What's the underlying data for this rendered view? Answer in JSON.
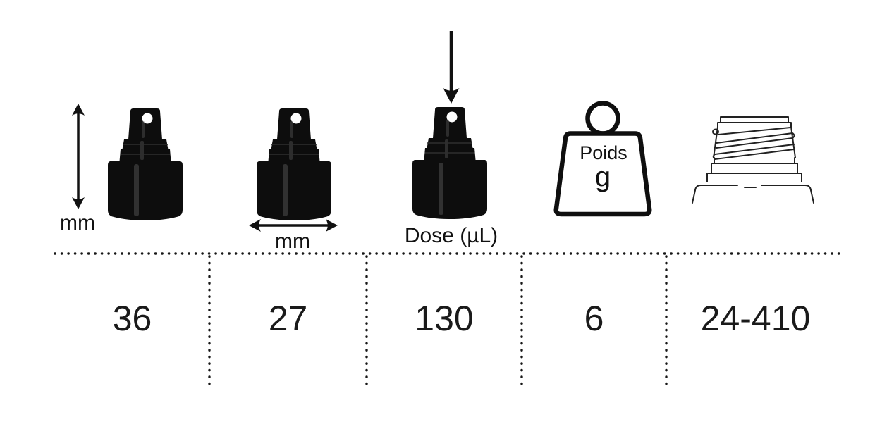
{
  "colors": {
    "ink": "#111111",
    "background": "#ffffff",
    "cap_black": "#0d0d0d"
  },
  "table": {
    "columns": [
      {
        "name": "height",
        "icon": "spray-pump-cap-with-vertical-arrow",
        "unit_label": "mm",
        "value": "36"
      },
      {
        "name": "width",
        "icon": "spray-pump-cap-with-horizontal-arrow",
        "unit_label": "mm",
        "value": "27"
      },
      {
        "name": "dose",
        "icon": "spray-pump-cap-with-down-arrow",
        "unit_label": "Dose (µL)",
        "value": "130"
      },
      {
        "name": "weight",
        "icon": "weight-pictogram",
        "unit_label": "Poids",
        "unit_symbol": "g",
        "value": "6"
      },
      {
        "name": "neck_finish",
        "icon": "bottle-neck-thread-drawing",
        "value": "24-410"
      }
    ]
  }
}
